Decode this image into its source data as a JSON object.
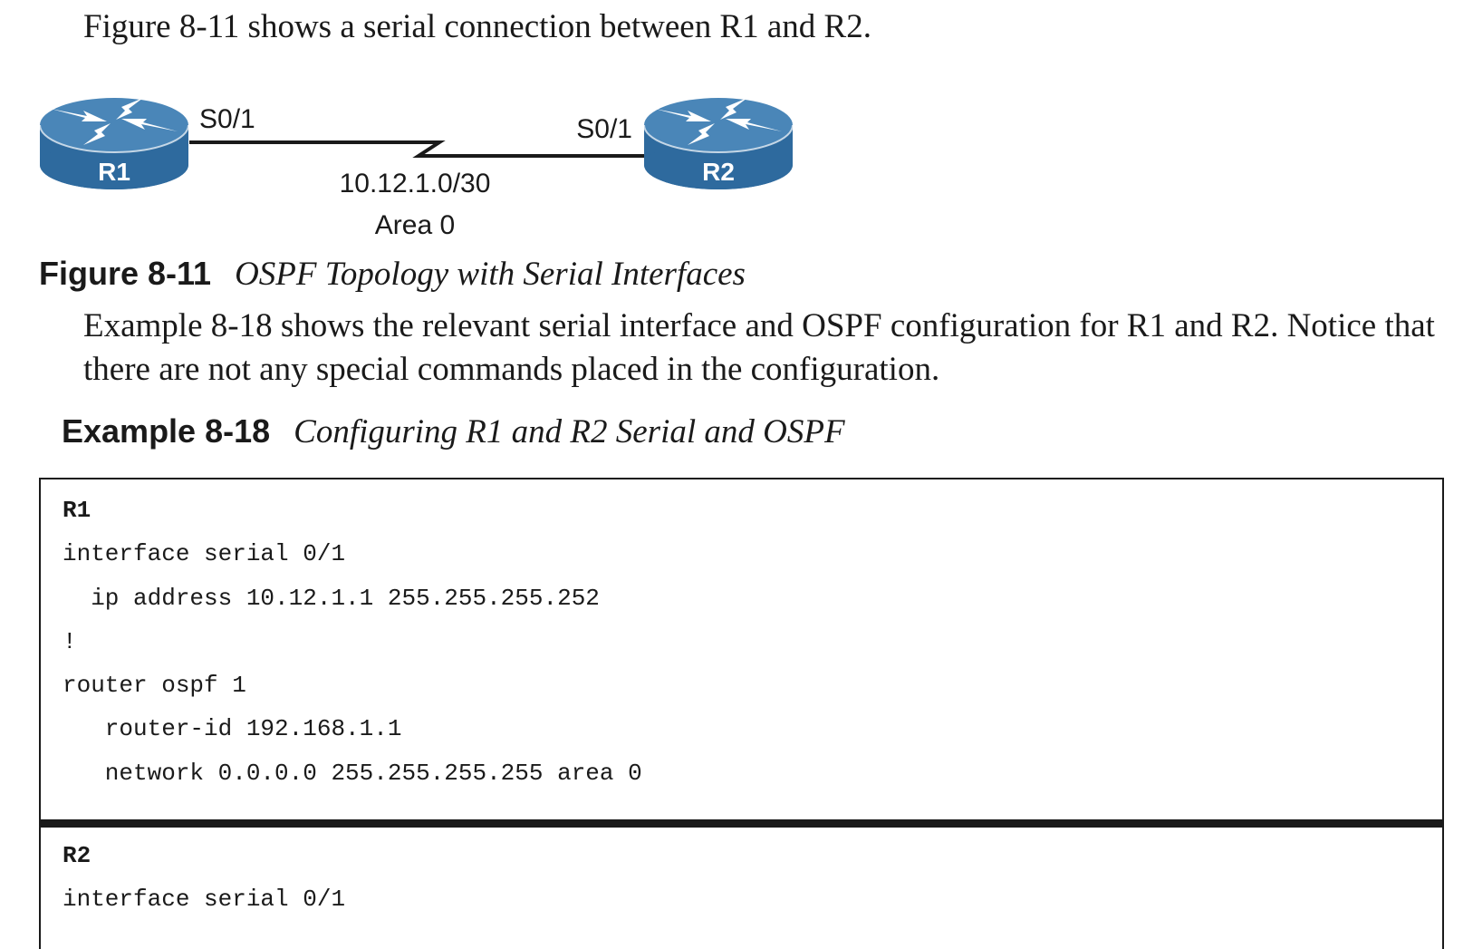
{
  "intro_text": "Figure 8-11 shows a serial connection between R1 and R2.",
  "topology": {
    "r1_label": "R1",
    "r2_label": "R2",
    "r1_interface": "S0/1",
    "r2_interface": "S0/1",
    "network": "10.12.1.0/30",
    "area": "Area 0",
    "router_color": "#2e6a9e"
  },
  "figure_caption": {
    "number": "Figure 8-11",
    "title": "OSPF Topology with Serial Interfaces"
  },
  "paragraph": "Example 8-18 shows the relevant serial interface and OSPF configuration for R1 and R2. Notice that there are not any special commands placed in the configuration.",
  "example_caption": {
    "number": "Example 8-18",
    "title": "Configuring R1 and R2 Serial and OSPF"
  },
  "code": {
    "r1": {
      "header": "R1",
      "lines": [
        "interface serial 0/1",
        "  ip address 10.12.1.1 255.255.255.252",
        "!",
        "router ospf 1",
        "   router-id 192.168.1.1",
        "   network 0.0.0.0 255.255.255.255 area 0"
      ]
    },
    "r2": {
      "header": "R2",
      "lines": [
        "interface serial 0/1"
      ]
    }
  }
}
